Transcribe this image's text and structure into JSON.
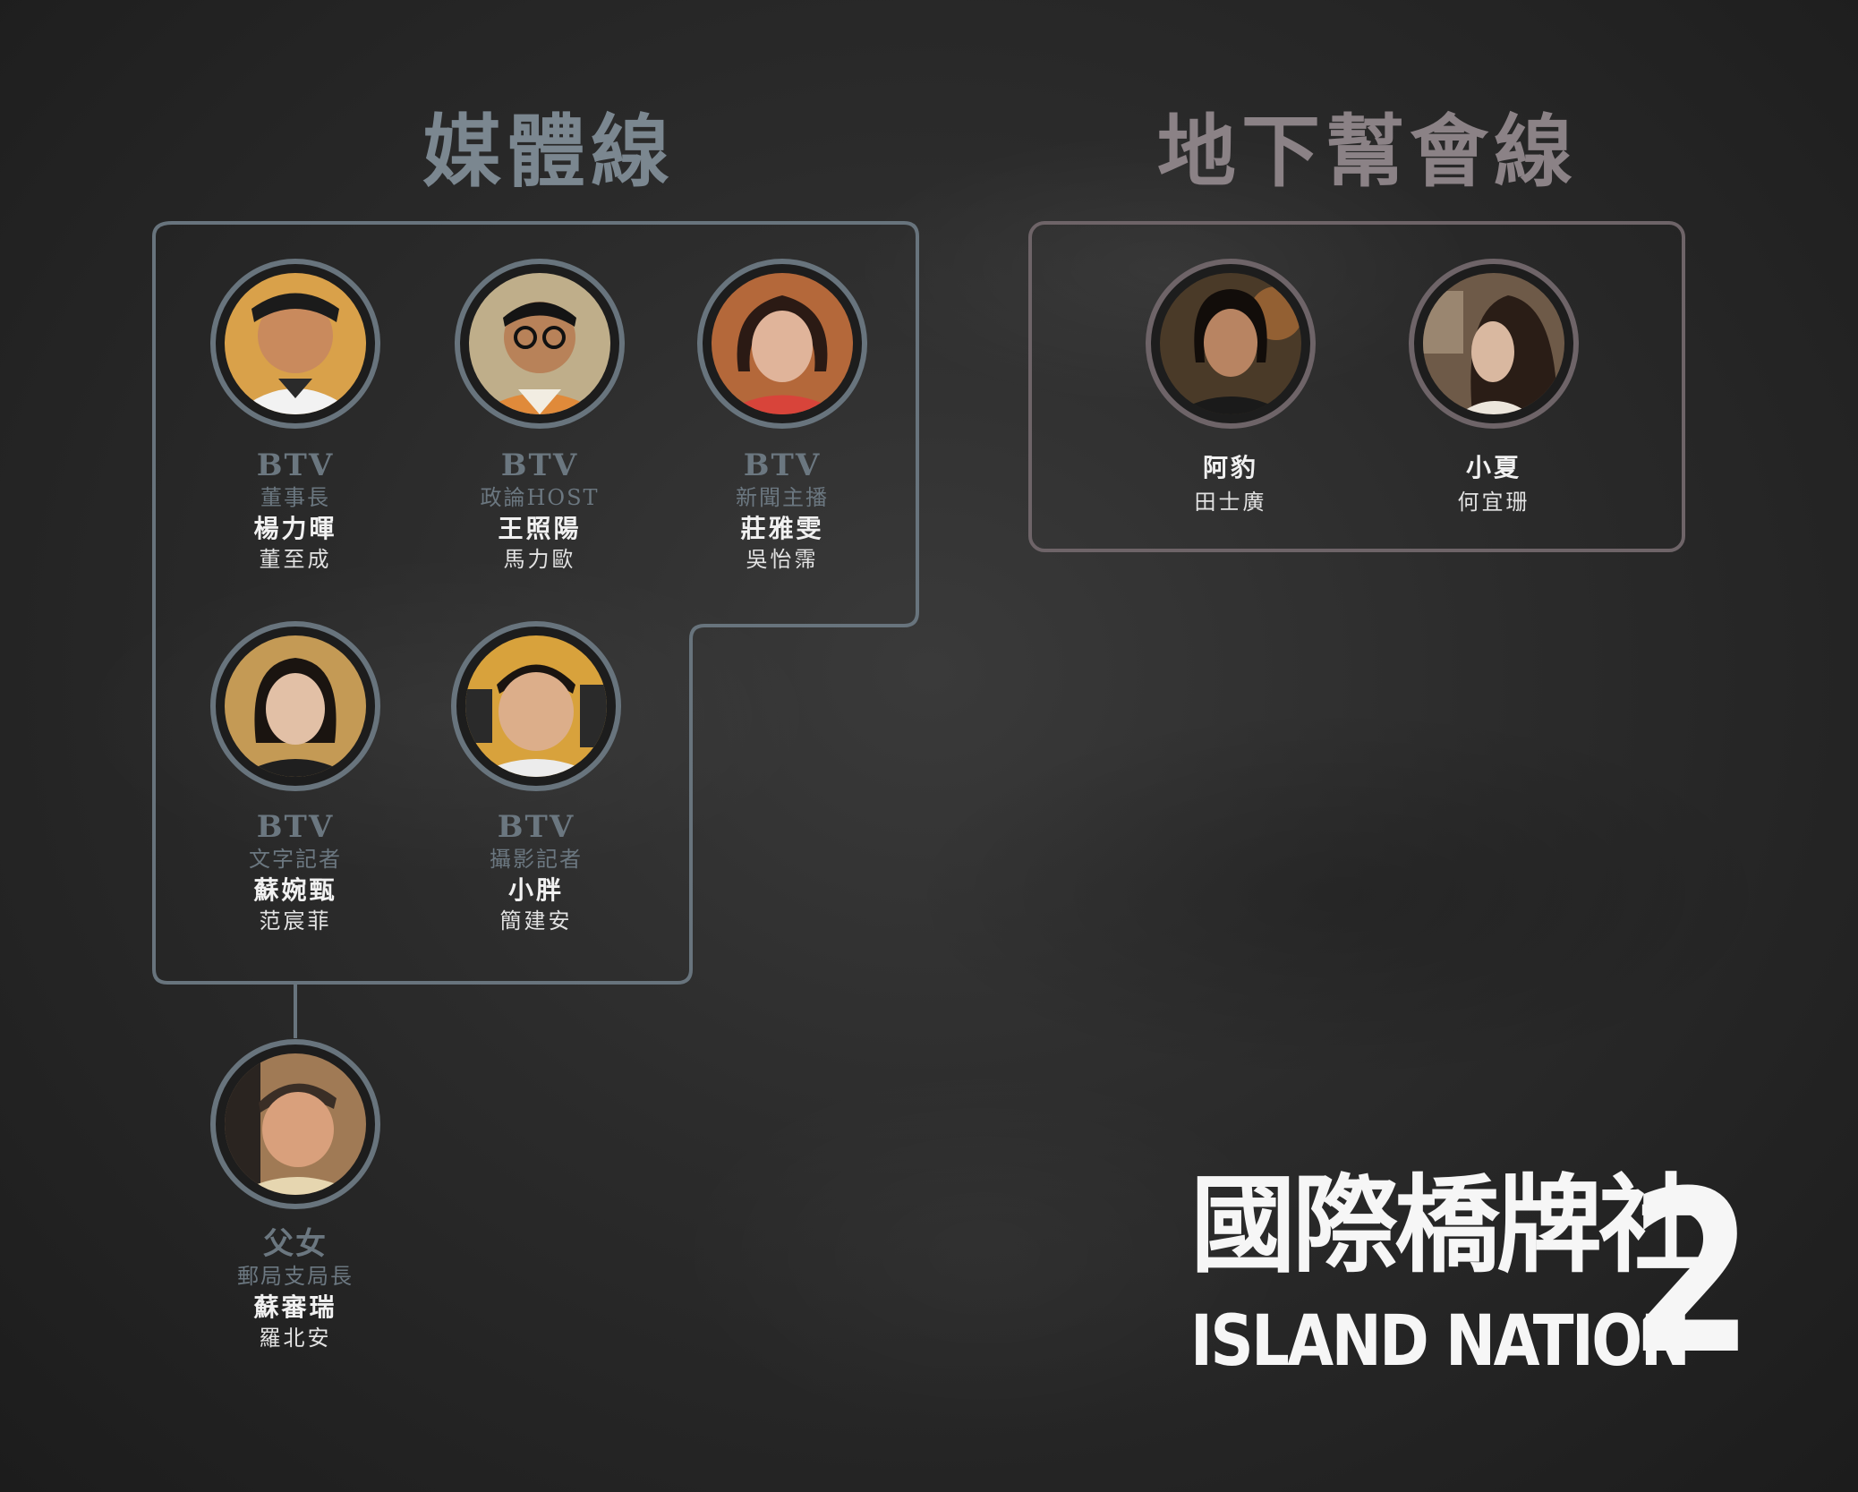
{
  "headings": {
    "media": "媒體線",
    "gang": "地下幫會線"
  },
  "media": [
    {
      "org": "BTV",
      "role": "董事長",
      "character": "楊力暉",
      "actor": "董至成",
      "portrait_color": "#d9a14a"
    },
    {
      "org": "BTV",
      "role": "政論HOST",
      "character": "王照陽",
      "actor": "馬力歐",
      "portrait_color": "#bfae8a"
    },
    {
      "org": "BTV",
      "role": "新聞主播",
      "character": "莊雅雯",
      "actor": "吳怡霈",
      "portrait_color": "#b4683a"
    },
    {
      "org": "BTV",
      "role": "文字記者",
      "character": "蘇婉甄",
      "actor": "范宸菲",
      "portrait_color": "#c49a55"
    },
    {
      "org": "BTV",
      "role": "攝影記者",
      "character": "小胖",
      "actor": "簡建安",
      "portrait_color": "#d8a23c"
    }
  ],
  "relation": {
    "org": "父女",
    "role": "郵局支局長",
    "character": "蘇審瑞",
    "actor": "羅北安",
    "portrait_color": "#a07a55"
  },
  "gang": [
    {
      "character": "阿豹",
      "actor": "田士廣",
      "portrait_color": "#4a3a28"
    },
    {
      "character": "小夏",
      "actor": "何宜珊",
      "portrait_color": "#6e5a48"
    }
  ],
  "logo": {
    "chinese": "國際橋牌社",
    "english": "ISLAND NATION",
    "number": "2"
  },
  "colors": {
    "media_frame": "#68747d",
    "gang_frame": "#6e6468"
  }
}
